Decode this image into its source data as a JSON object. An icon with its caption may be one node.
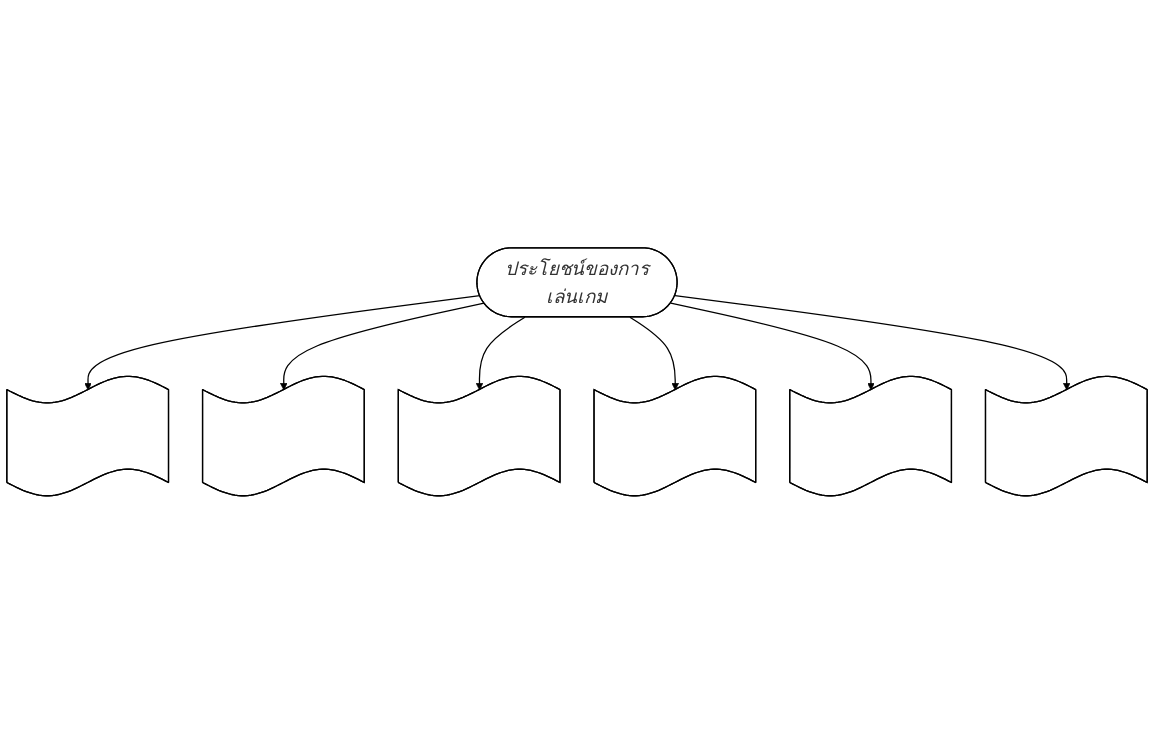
{
  "diagram": {
    "nodes": [
      {
        "text": [],
        "shape": "box"
      },
      {
        "text": [],
        "shape": "box"
      },
      {
        "text": [],
        "shape": "box"
      },
      {
        "text": [
          "ประโยชน์ของการเล่นเกม"
        ]
      },
      {
        "text": [],
        "shape": "box"
      },
      {
        "text": [],
        "shape": "box"
      },
      {
        "text": [],
        "shape": "box"
      }
    ],
    "edges": [
      {
        "from": 3,
        "to": 0,
        "arrow": "to"
      },
      {
        "from": 3,
        "to": 1,
        "arrow": "to"
      },
      {
        "from": 3,
        "to": 2,
        "arrow": "to"
      },
      {
        "from": 3,
        "to": 4,
        "arrow": "to"
      },
      {
        "from": 3,
        "to": 5,
        "arrow": "to"
      },
      {
        "from": 3,
        "to": 6,
        "arrow": "to"
      }
    ]
  }
}
